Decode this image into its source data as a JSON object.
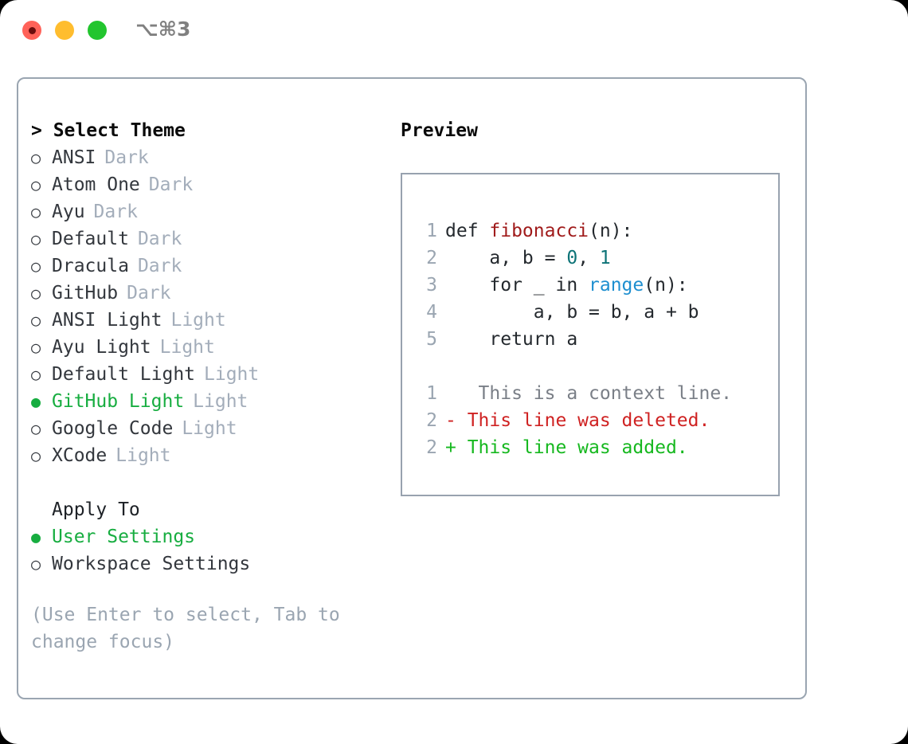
{
  "titlebar": {
    "shortcut": "⌥⌘3",
    "buttons": [
      {
        "name": "close",
        "color": "#ff6259"
      },
      {
        "name": "minimize",
        "color": "#ffbd2e"
      },
      {
        "name": "maximize",
        "color": "#22c52e"
      }
    ]
  },
  "theme_list": {
    "heading": "> Select Theme",
    "marker_unselected": "○",
    "marker_selected": "●",
    "items": [
      {
        "label": "ANSI",
        "tag": "Dark",
        "selected": false
      },
      {
        "label": "Atom One",
        "tag": "Dark",
        "selected": false
      },
      {
        "label": "Ayu",
        "tag": "Dark",
        "selected": false
      },
      {
        "label": "Default",
        "tag": "Dark",
        "selected": false
      },
      {
        "label": "Dracula",
        "tag": "Dark",
        "selected": false
      },
      {
        "label": "GitHub",
        "tag": "Dark",
        "selected": false
      },
      {
        "label": "ANSI Light",
        "tag": "Light",
        "selected": false
      },
      {
        "label": "Ayu Light",
        "tag": "Light",
        "selected": false
      },
      {
        "label": "Default Light",
        "tag": "Light",
        "selected": false
      },
      {
        "label": "GitHub Light",
        "tag": "Light",
        "selected": true
      },
      {
        "label": "Google Code",
        "tag": "Light",
        "selected": false
      },
      {
        "label": "XCode",
        "tag": "Light",
        "selected": false
      }
    ]
  },
  "apply_to": {
    "heading": "Apply To",
    "items": [
      {
        "label": "User Settings",
        "selected": true
      },
      {
        "label": "Workspace Settings",
        "selected": false
      }
    ]
  },
  "hint": "(Use Enter to select, Tab to change focus)",
  "preview": {
    "heading": "Preview",
    "code": [
      {
        "number": "1",
        "tokens": [
          {
            "text": "def ",
            "type": "keyword"
          },
          {
            "text": "fibonacci",
            "type": "function"
          },
          {
            "text": "(n):",
            "type": "plain"
          }
        ]
      },
      {
        "number": "2",
        "tokens": [
          {
            "text": "    a, b = ",
            "type": "plain"
          },
          {
            "text": "0",
            "type": "number"
          },
          {
            "text": ", ",
            "type": "plain"
          },
          {
            "text": "1",
            "type": "number"
          }
        ]
      },
      {
        "number": "3",
        "tokens": [
          {
            "text": "    for _ in ",
            "type": "keyword"
          },
          {
            "text": "range",
            "type": "call"
          },
          {
            "text": "(n):",
            "type": "plain"
          }
        ]
      },
      {
        "number": "4",
        "tokens": [
          {
            "text": "        a, b = b, a + b",
            "type": "plain"
          }
        ]
      },
      {
        "number": "5",
        "tokens": [
          {
            "text": "    return a",
            "type": "plain"
          }
        ]
      }
    ],
    "diff": [
      {
        "number": "1",
        "marker": " ",
        "text": "  This is a context line.",
        "kind": "context"
      },
      {
        "number": "2",
        "marker": "-",
        "text": " This line was deleted.",
        "kind": "deleted"
      },
      {
        "number": "2",
        "marker": "+",
        "text": " This line was added.",
        "kind": "added"
      }
    ]
  },
  "colors": {
    "selected_green": "#17ad40",
    "muted": "#9aa5b1",
    "border": "#98a2af",
    "function_red": "#a01b1b",
    "number_teal": "#0d7377",
    "call_blue": "#1e8fd0",
    "diff_del": "#cf2222",
    "diff_add": "#16b81f"
  }
}
